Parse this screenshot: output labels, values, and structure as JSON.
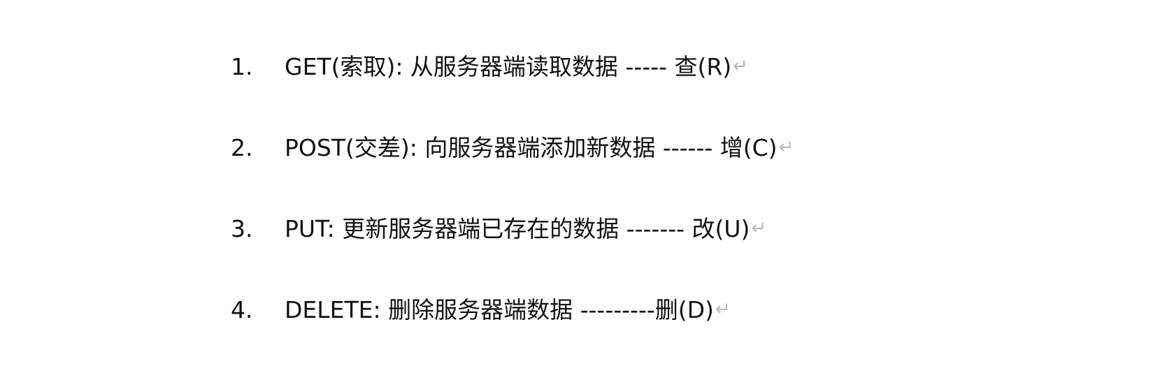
{
  "document": {
    "items": [
      {
        "number": "1.",
        "text": "GET(索取): 从服务器端读取数据  -----  查(R)",
        "mark": "↵"
      },
      {
        "number": "2.",
        "text": "POST(交差): 向服务器端添加新数据  ------  增(C)",
        "mark": "↵"
      },
      {
        "number": "3.",
        "text": "PUT: 更新服务器端已存在的数据  -------  改(U)",
        "mark": "↵"
      },
      {
        "number": "4.",
        "text": "DELETE: 删除服务器端数据  ---------删(D)",
        "mark": "↵"
      }
    ]
  }
}
